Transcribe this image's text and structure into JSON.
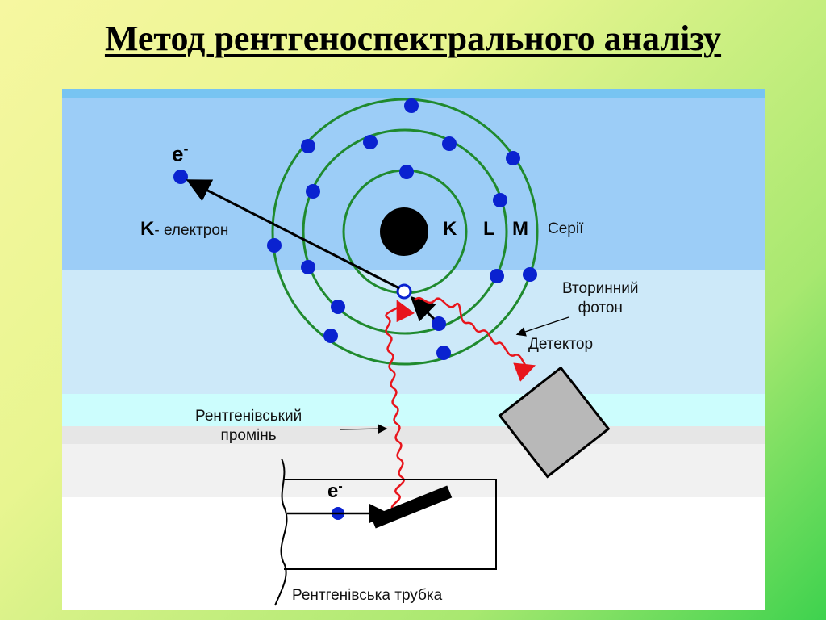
{
  "title": "Метод рентгеноспектрального аналізу",
  "diagram": {
    "electron_symbol": "e",
    "electron_sup": "-",
    "k_electron_prefix": "K",
    "k_electron_text": "- електрон",
    "shells": {
      "k": "K",
      "l": "L",
      "m": "M"
    },
    "series_label": "Серії",
    "secondary_photon": [
      "Вторинний",
      "фотон"
    ],
    "detector_label": "Детектор",
    "xray_beam": [
      "Рентгенівський",
      "промінь"
    ],
    "tube_electron_symbol": "e",
    "tube_electron_sup": "-",
    "tube_label": "Рентгенівська трубка"
  },
  "colors": {
    "band_dark_blue": "#9ccdf7",
    "band_light_blue": "#cde9f9",
    "band_cyan": "#ccfdfd",
    "orbit": "#1f8a2e",
    "electron": "#0a22d0",
    "nucleus": "#000000",
    "wave": "#e8151c",
    "detector": "#b8b8b8"
  }
}
